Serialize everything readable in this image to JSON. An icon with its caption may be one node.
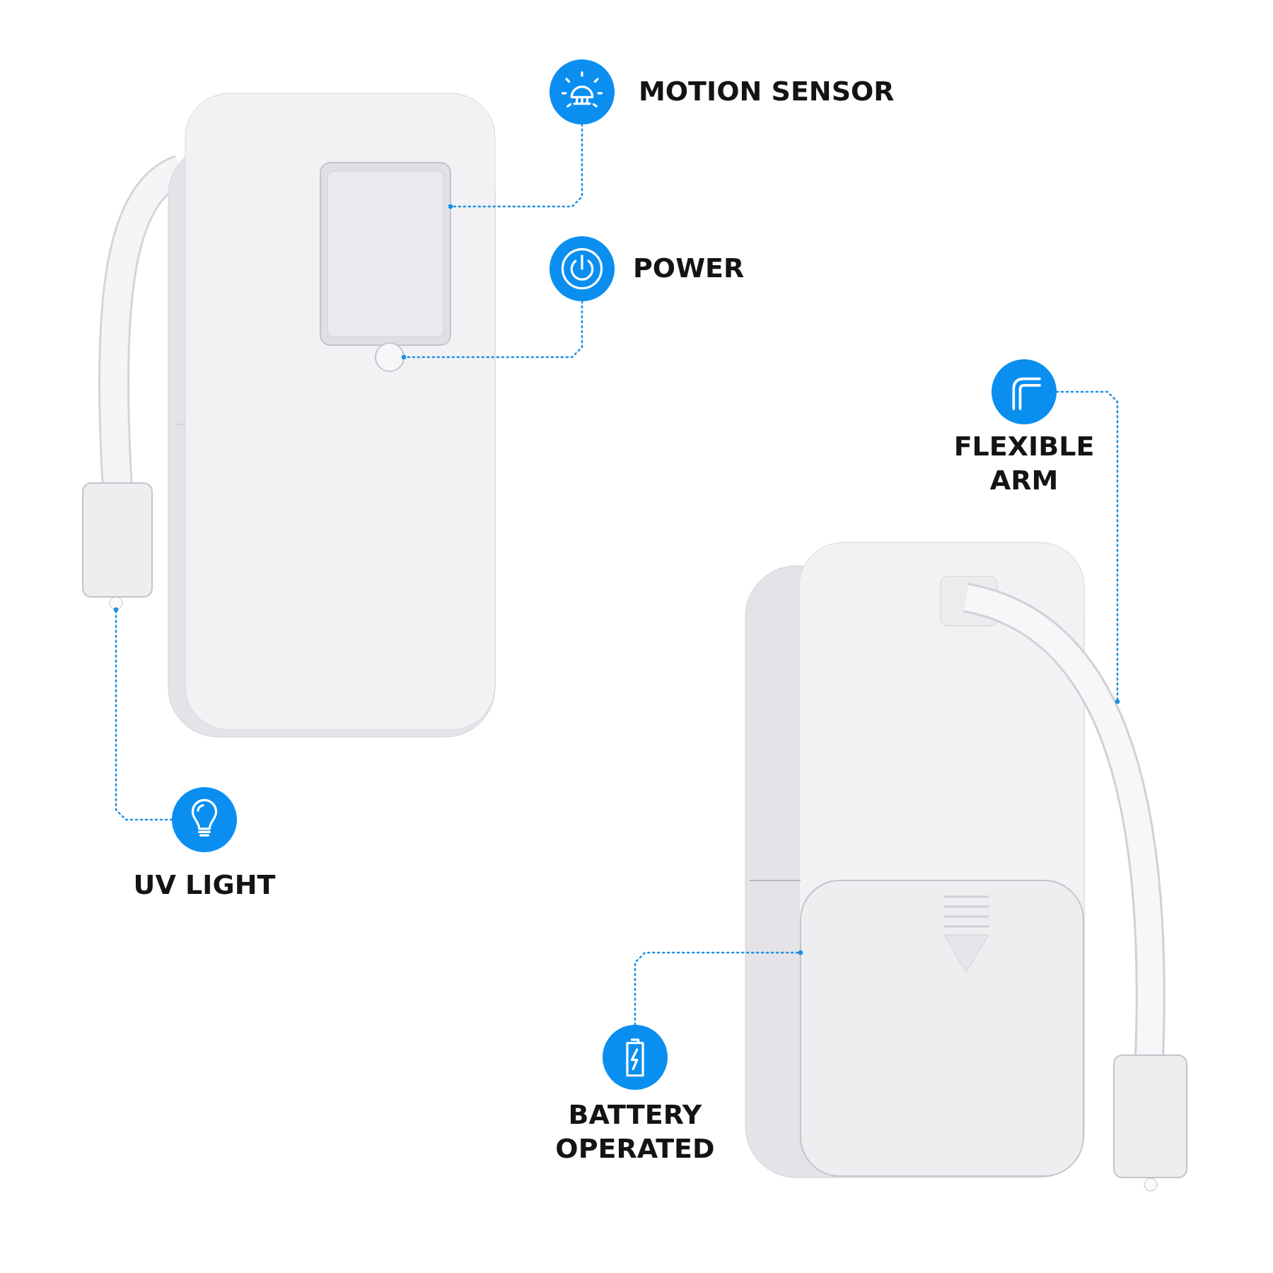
{
  "diagram": {
    "nodes": [
      {
        "text": [],
        "shape": "circle",
        "beside": [
          "MOTION SENSOR"
        ]
      },
      {
        "text": [],
        "shape": "box"
      },
      {
        "text": [],
        "shape": "circle",
        "beside": [
          "POWER"
        ]
      },
      {
        "text": [],
        "shape": "circle"
      },
      {
        "text": [],
        "shape": "circle",
        "beside": [
          "FLEXIBLE ARM"
        ]
      },
      {
        "text": [],
        "shape": "bar"
      },
      {
        "text": [],
        "shape": "box"
      },
      {
        "text": [],
        "shape": "circle",
        "beside": [
          "UV LIGHT"
        ]
      },
      {
        "text": [],
        "shape": "box"
      },
      {
        "text": [],
        "shape": "circle",
        "beside": [
          "BATTERY OPERATED"
        ]
      }
    ],
    "edges": [
      {
        "from": 0,
        "to": 1,
        "arrow": "other",
        "style": "dashed"
      },
      {
        "from": 2,
        "to": 3,
        "arrow": "other",
        "style": "dashed"
      },
      {
        "from": 4,
        "to": 5,
        "arrow": "other",
        "style": "dashed"
      },
      {
        "from": 7,
        "to": 6,
        "arrow": "other",
        "style": "dashed"
      },
      {
        "from": 9,
        "to": 8,
        "arrow": "other",
        "style": "dashed"
      }
    ]
  }
}
